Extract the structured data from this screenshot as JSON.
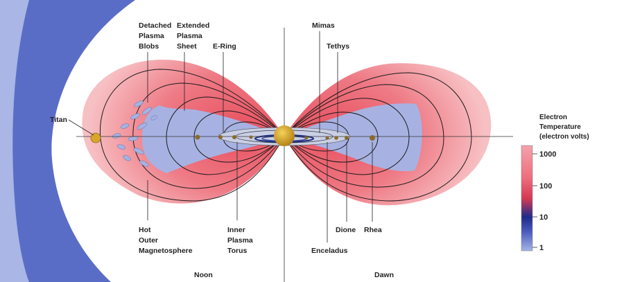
{
  "labels": {
    "detached_plasma_blobs": [
      "Detached",
      "Plasma",
      "Blobs"
    ],
    "extended_plasma_sheet": [
      "Extended",
      "Plasma",
      "Sheet"
    ],
    "e_ring": "E-Ring",
    "mimas": "Mimas",
    "tethys": "Tethys",
    "titan": "Titan",
    "hot_outer_magnetosphere": [
      "Hot",
      "Outer",
      "Magnetosphere"
    ],
    "inner_plasma_torus": [
      "Inner",
      "Plasma",
      "Torus"
    ],
    "dione": "Dione",
    "rhea": "Rhea",
    "enceladus": "Enceladus",
    "noon": "Noon",
    "dawn": "Dawn"
  },
  "legend": {
    "title": [
      "Electron",
      "Temperature",
      "(electron volts)"
    ],
    "ticks": [
      "1000",
      "100",
      "10",
      "1"
    ],
    "colors": {
      "high": "#f28d98",
      "mid": "#e23b55",
      "low": "#1c2a8a",
      "min": "#8fa3de"
    }
  },
  "colors": {
    "magnetopause_band": "#5a6dc6",
    "outer_band": "#a9b6e6",
    "lobe_edge": "#f5b5b5",
    "lobe_core": "#e8505f",
    "inner_plasma": "#a7b2e2",
    "saturn": "#d9a62a",
    "moon": "#8a6a2c"
  }
}
